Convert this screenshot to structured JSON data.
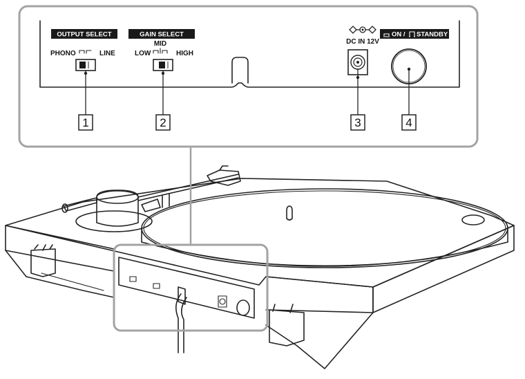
{
  "panel": {
    "output_select": {
      "title": "OUTPUT SELECT",
      "left": "PHONO",
      "right": "LINE"
    },
    "gain_select": {
      "title": "GAIN SELECT",
      "low": "LOW",
      "mid": "MID",
      "high": "HIGH"
    },
    "dc_in": {
      "label": "DC  IN 12V"
    },
    "power": {
      "label": "ON / ",
      "label2": "STANDBY"
    }
  },
  "callouts": [
    "1",
    "2",
    "3",
    "4"
  ],
  "icons": {
    "polarity": "dc-polarity-icon",
    "on": "power-on-symbol-icon",
    "standby": "standby-symbol-icon"
  },
  "colors": {
    "line": "#222222",
    "tag_fill": "#1a1a1a",
    "background": "#ffffff"
  }
}
